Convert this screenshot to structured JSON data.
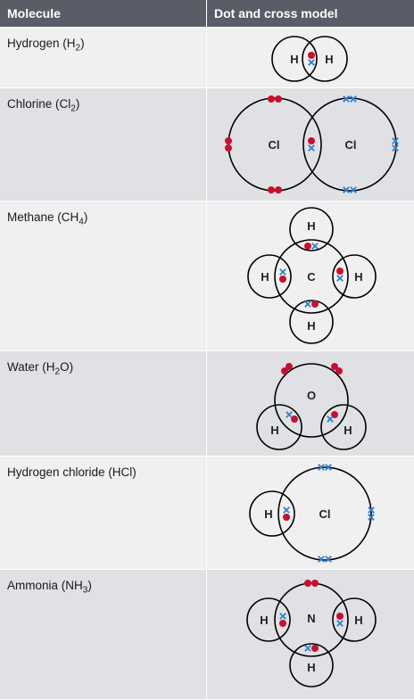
{
  "header": {
    "col1": "Molecule",
    "col2": "Dot and cross model"
  },
  "rows": [
    {
      "name": "Hydrogen (H",
      "sub": "2",
      "tail": ")",
      "atoms": [
        "H",
        "H"
      ]
    },
    {
      "name": "Chlorine (Cl",
      "sub": "2",
      "tail": ")",
      "atoms": [
        "Cl",
        "Cl"
      ]
    },
    {
      "name": "Methane (CH",
      "sub": "4",
      "tail": ")",
      "atoms": [
        "H",
        "H",
        "C",
        "H",
        "H"
      ]
    },
    {
      "name": "Water (H",
      "sub": "2",
      "tail": "O)",
      "atoms": [
        "O",
        "H",
        "H"
      ]
    },
    {
      "name": "Hydrogen chloride (HCl)",
      "sub": "",
      "tail": "",
      "atoms": [
        "H",
        "Cl"
      ]
    },
    {
      "name": "Ammonia (NH",
      "sub": "3",
      "tail": ")",
      "atoms": [
        "H",
        "N",
        "H",
        "H"
      ]
    }
  ],
  "colors": {
    "header_bg": "#5a5d67",
    "row_light": "#f0f0f0",
    "row_dark": "#e0e1e4",
    "dot": "#c8102e",
    "cross": "#2f7fd0"
  }
}
